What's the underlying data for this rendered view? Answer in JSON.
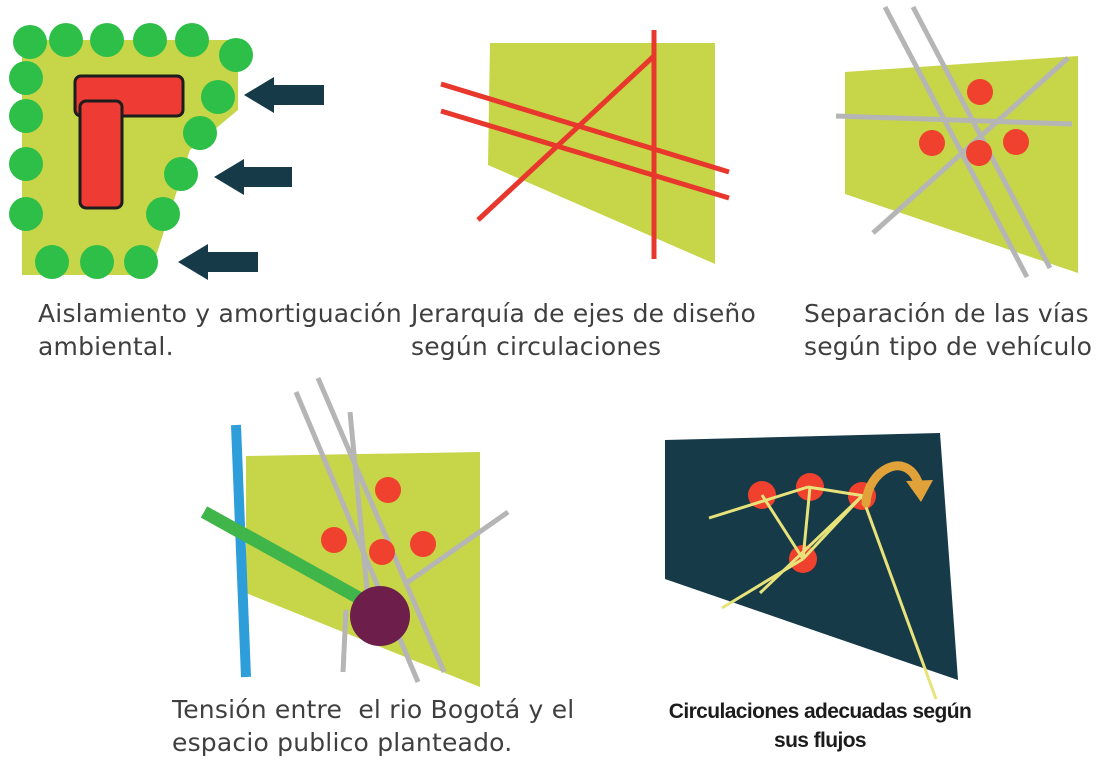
{
  "colors": {
    "lime_field": "#c7d548",
    "tree_green": "#2ebf48",
    "building_red": "#ee3b33",
    "arrow_navy": "#163a47",
    "road_red": "#e8372c",
    "road_gray": "#b5b5b5",
    "node_red": "#f0402e",
    "river_blue": "#2d9ed9",
    "green_axis": "#3fb54a",
    "plaza_purple": "#6d1e4a",
    "dark_panel": "#163a47",
    "flow_yellow": "#e7e37a",
    "flow_arrow_orange": "#e1a23a"
  },
  "panels": [
    {
      "id": "aislamiento",
      "caption": [
        "Aislamiento y amortiguación",
        "ambiental."
      ],
      "icons": [
        "tree-icon",
        "building-icon",
        "arrow-left-icon"
      ]
    },
    {
      "id": "jerarquia",
      "caption": [
        "Jerarquía de ejes de diseño",
        "según circulaciones"
      ],
      "icons": [
        "axis-line-icon"
      ]
    },
    {
      "id": "separacion",
      "caption": [
        "Separación de las vías",
        "según tipo de vehículo"
      ],
      "icons": [
        "road-line-icon",
        "node-icon"
      ]
    },
    {
      "id": "tension",
      "caption": [
        "Tensión entre  el rio Bogotá y el",
        "espacio publico planteado."
      ],
      "icons": [
        "river-icon",
        "plaza-icon",
        "node-icon"
      ]
    },
    {
      "id": "circulaciones",
      "caption": [
        "Circulaciones adecuadas según",
        "sus flujos"
      ],
      "icons": [
        "flow-line-icon",
        "node-icon",
        "curved-arrow-icon"
      ]
    }
  ]
}
